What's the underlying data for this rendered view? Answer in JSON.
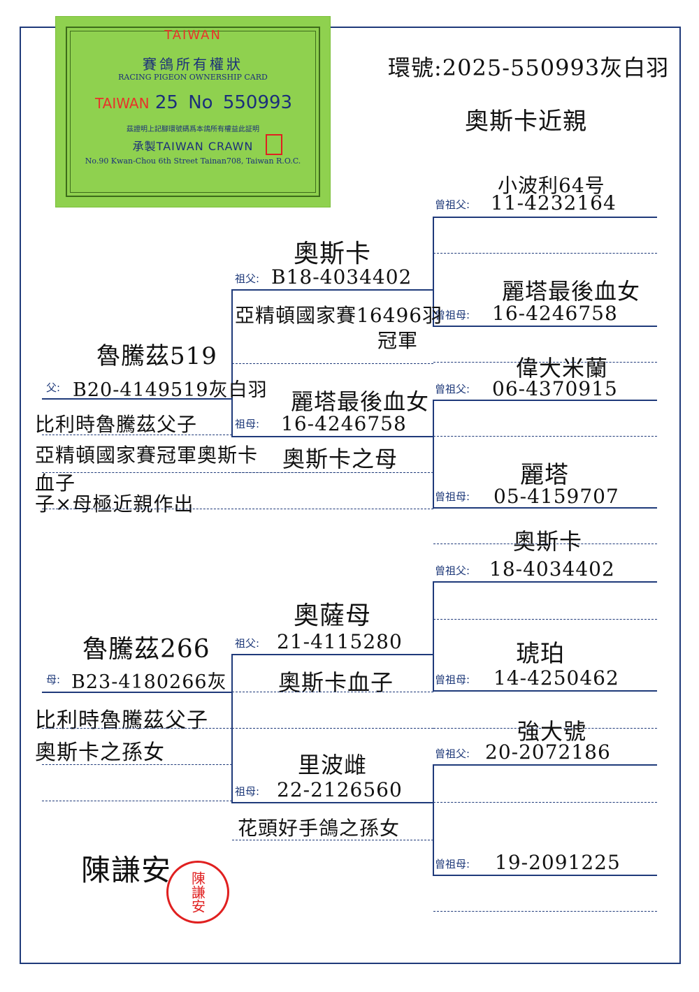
{
  "card": {
    "country": "TAIWAN",
    "title_zh": "賽鴿所有權狀",
    "title_en": "RACING PIGEON OWNERSHIP CARD",
    "ring_prefix": "TAIWAN",
    "ring_year": "25",
    "ring_no_label": "No",
    "ring_number": "550993",
    "certify": "茲證明上記腳環號碼爲本鴿所有權益此証明",
    "maker": "承製TAIWAN CRAWN",
    "address": "No.90 Kwan-Chou 6th Street Tainan708, Taiwan R.O.C."
  },
  "header": {
    "ring": "環號:2025-550993灰白羽",
    "note": "奧斯卡近親"
  },
  "sire": {
    "label": "父:",
    "name": "魯騰茲519",
    "ring": "B20-4149519灰白羽",
    "notes": [
      "比利時魯騰茲父子",
      "亞精頓國家賽冠軍奧斯卡",
      "血子",
      "子×母極近親作出"
    ]
  },
  "dam": {
    "label": "母:",
    "name": "魯騰茲266",
    "ring": "B23-4180266灰",
    "notes": [
      "比利時魯騰茲父子",
      "奧斯卡之孫女"
    ]
  },
  "gp1": {
    "label": "祖父:",
    "name": "奧斯卡",
    "ring": "B18-4034402",
    "note1": "亞精頓國家賽16496羽",
    "note2": "冠軍"
  },
  "gp2": {
    "label": "祖母:",
    "name": "麗塔最後血女",
    "ring": "16-4246758",
    "note1": "奧斯卡之母"
  },
  "gp3": {
    "label": "祖父:",
    "name": "奧薩母",
    "ring": "21-4115280",
    "note1": "奧斯卡血子"
  },
  "gp4": {
    "label": "祖母:",
    "name": "里波雌",
    "ring": "22-2126560",
    "note1": "花頭好手鴿之孫女"
  },
  "ggp": [
    {
      "label": "曾祖父:",
      "name": "小波利64号",
      "ring": "11-4232164"
    },
    {
      "label": "曾祖母:",
      "name": "麗塔最後血女",
      "ring": "16-4246758"
    },
    {
      "label": "曾祖父:",
      "name": "偉大米蘭",
      "ring": "06-4370915"
    },
    {
      "label": "曾祖母:",
      "name": "麗塔",
      "ring": "05-4159707"
    },
    {
      "label": "曾祖父:",
      "name": "奧斯卡",
      "ring": "18-4034402"
    },
    {
      "label": "曾祖母:",
      "name": "琥珀",
      "ring": "14-4250462"
    },
    {
      "label": "曾祖父:",
      "name": "強大號",
      "ring": "20-2072186"
    },
    {
      "label": "曾祖母:",
      "name": "",
      "ring": "19-2091225"
    }
  ],
  "signature": "陳謙安",
  "seal_text": "陳謙安"
}
